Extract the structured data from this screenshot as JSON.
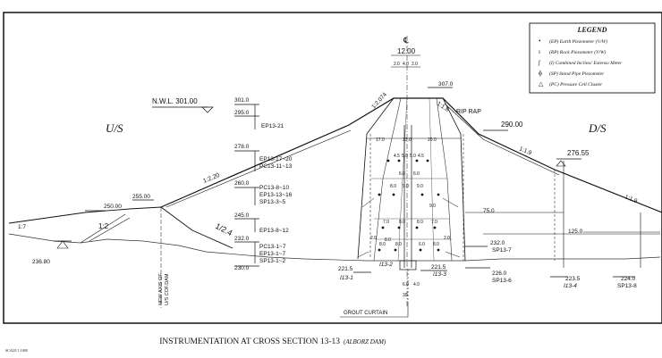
{
  "legend": {
    "title": "LEGEND",
    "items": [
      {
        "sym": "•",
        "text": "(EP)  Earth Piezometer (V/W)"
      },
      {
        "sym": "ı",
        "text": "(RP)  Rock Piezometer (V/W)"
      },
      {
        "sym": "∫",
        "text": "(I)   Combined Inclino/ Extenso Meter"
      },
      {
        "sym": "ɸ",
        "text": "(SP)  Stand Pipe Piezometer"
      },
      {
        "sym": "△",
        "text": "(PC)  Pressure Cell Cluster"
      }
    ]
  },
  "sides": {
    "upstream": "U/S",
    "downstream": "D/S"
  },
  "water_level": "N.W.L.  301.00",
  "axis_symbol": "℄",
  "crest_width": "12.00",
  "crest_sub": [
    "2.0",
    "4.0",
    "2.0"
  ],
  "rip_rap": "RIP RAP",
  "grout_curtain": "GROUT CURTAIN",
  "cofdam_axis": [
    "NEW AXIS OF",
    "U/S COF.DAM"
  ],
  "elevations": {
    "e301": "301.0",
    "e295": "295.0",
    "e278": "278.0",
    "e260": "260.0",
    "e245": "245.0",
    "e232": "232.0",
    "e230": "230.0",
    "e307": "307.0",
    "e290": "290.00",
    "e27655": "276.55",
    "e255": "255.00",
    "e250": "250.00",
    "e2368": "236.80",
    "e2215a": "221.5",
    "e2215b": "221.5",
    "e2232r": "232.0",
    "e226": "226.0",
    "e2235": "223.5",
    "e224": "224.0",
    "e75": "75.0",
    "e125": "125.0"
  },
  "instruments": {
    "ep2113": "EP13-21",
    "ep1720": "EP13-17~20",
    "pc1113": "PC13-11~13",
    "pc810": "PC13-8~10",
    "ep1316": "EP13-13~16",
    "sp35": "SP13-3~5",
    "ep812": "EP13-8~12",
    "pc17": "PC13-1~7",
    "ep17": "EP13-1~7",
    "sp12": "SP13-1~2",
    "sp7": "SP13-7",
    "sp6": "SP13-6",
    "sp8": "SP13-8"
  },
  "inclinos": {
    "i1": "I13-1",
    "i2": "I13-2",
    "i3": "I13-3",
    "i4": "I13-4"
  },
  "slopes": {
    "s17": "1:7",
    "s12": "1:2",
    "s1220": "1:2.20",
    "s124": "1/2.4",
    "s12074": "1:2.074",
    "s118": "1:1.8",
    "s119a": "1:1.9",
    "s119b": "1:1.9"
  },
  "core_dims": [
    "17.0",
    "13.0",
    "26.0",
    "4.5",
    "5.0",
    "5.0",
    "4.5",
    "6.0",
    "6.0",
    "8.0",
    "9.0",
    "9.0",
    "9.0",
    "7.0",
    "8.0",
    "8.0",
    "7.0",
    "8.0",
    "8.0",
    "6.0",
    "8.0",
    "8.0",
    "2.0",
    "2.0",
    "6.0",
    "4.0",
    "30"
  ],
  "title": "INSTRUMENTATION AT CROSS SECTION 13-13",
  "title_sub": "(ALBORZ DAM)",
  "scale_note": "SCALE 1:1000"
}
